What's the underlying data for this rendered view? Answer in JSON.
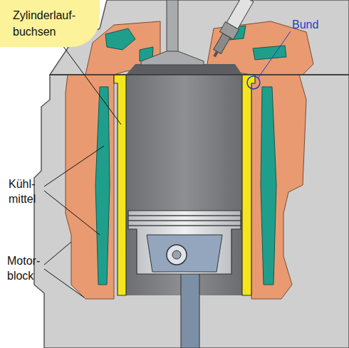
{
  "diagram": {
    "nodes": [
      {
        "text": [
          "Zylinderlauf- buchsen"
        ]
      }
    ],
    "labels": [
      "Bund",
      "Kühl- mittel",
      "Motor- block"
    ]
  }
}
